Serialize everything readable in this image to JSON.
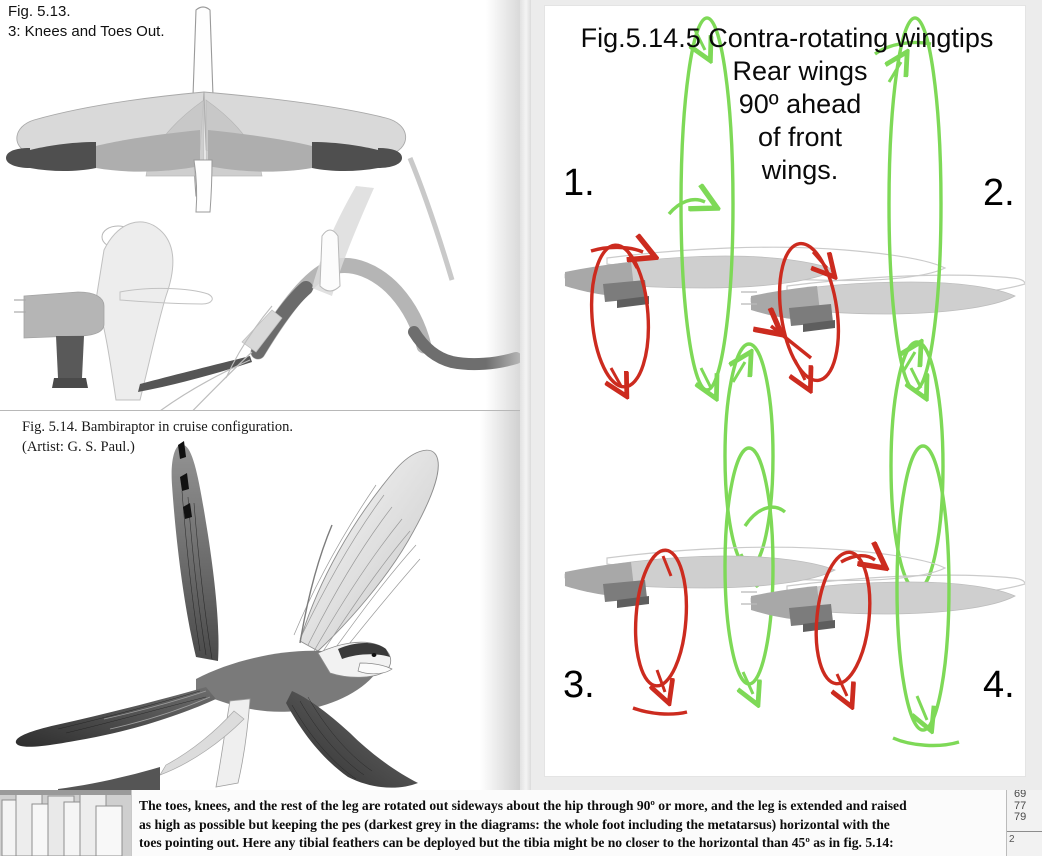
{
  "left": {
    "fig_513": {
      "caption": "Fig. 5.13.\n3: Knees and Toes Out."
    },
    "fig_514": {
      "caption": "Fig. 5.14.  Bambiraptor in cruise configuration.\n(Artist: G. S. Paul.)"
    }
  },
  "right": {
    "title_line1": "Fig.5.14.5  Contra-rotating wingtips",
    "title_line2": "Rear wings",
    "title_line3": "90º ahead",
    "title_line4": "of front",
    "title_line5": "wings.",
    "panel_labels": {
      "one": "1.",
      "two": "2.",
      "three": "3.",
      "four": "4."
    }
  },
  "bottom": {
    "paragraph": "The toes, knees, and the rest of the leg are rotated out sideways about the hip through 90º or more, and the leg is extended and raised\nas high as possible but keeping the pes (darkest grey in the diagrams: the whole foot including the metatarsus) horizontal with the\ntoes pointing out. Here any tibial feathers can be deployed but the tibia might be no closer to the horizontal than 45º as in fig. 5.14:",
    "edge_numbers": "69\n77\n79",
    "edge_small": "2"
  },
  "colors": {
    "rotation_red": "#cc2b1f",
    "rotation_green": "#7ed957",
    "wing_light_grey": "#d5d5d5",
    "wing_mid_grey": "#b0b0b0",
    "wing_dark_grey": "#6e6e6e",
    "panel_background": "#ececec",
    "card_background": "#ffffff"
  }
}
